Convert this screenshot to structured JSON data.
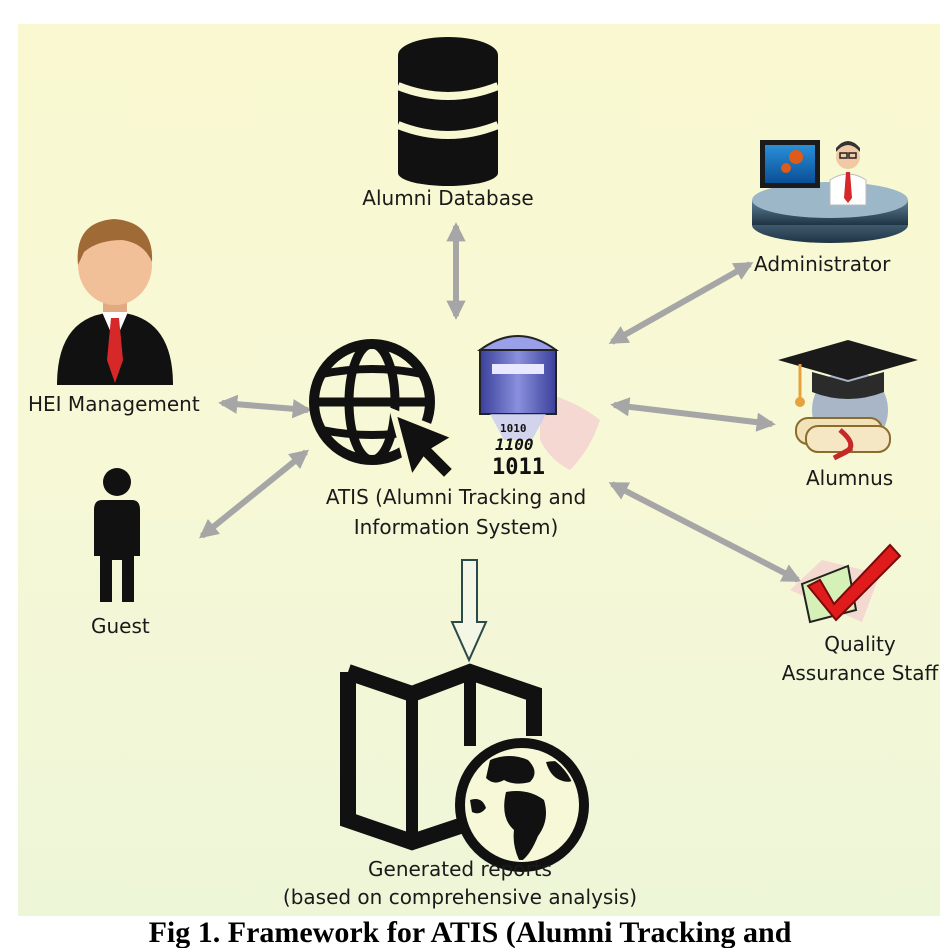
{
  "nodes": {
    "alumni_database": "Alumni Database",
    "administrator": "Administrator",
    "hei_management": "HEI Management",
    "alumnus": "Alumnus",
    "guest": "Guest",
    "atis_line1": "ATIS (Alumni Tracking and",
    "atis_line2": "Information System)",
    "qa_line1": "Quality",
    "qa_line2": "Assurance Staff",
    "reports_line1": "Generated reports",
    "reports_line2": "(based on comprehensive analysis)",
    "binary_1": "1010",
    "binary_2": "1100",
    "binary_3": "1011"
  },
  "caption": "Fig 1. Framework for ATIS (Alumni Tracking and",
  "colors": {
    "background": "#f8f8d2",
    "arrow": "#a6a6a6",
    "icon_dark": "#111111"
  }
}
